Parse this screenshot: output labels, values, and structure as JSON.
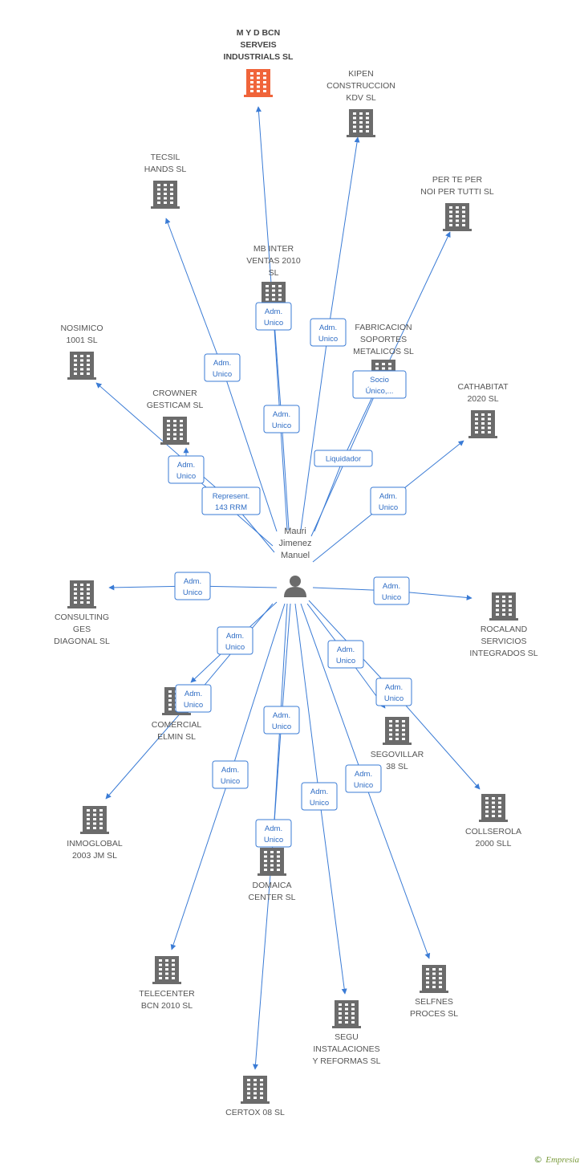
{
  "colors": {
    "edge": "#3a7bd5",
    "building": "#6b6b6b",
    "building_highlight": "#f0643a",
    "person": "#6b6b6b",
    "label": "#555555",
    "rel_text": "#2e6cc4"
  },
  "center": {
    "lines": [
      "Mauri",
      "Jimenez",
      "Manuel"
    ],
    "icon": "person-icon"
  },
  "companies": [
    {
      "id": "myd",
      "lines": [
        "M Y D BCN",
        "SERVEIS",
        "INDUSTRIALS SL"
      ],
      "highlight": true
    },
    {
      "id": "kipen",
      "lines": [
        "KIPEN",
        "CONSTRUCCION",
        "KDV SL"
      ]
    },
    {
      "id": "tecsil",
      "lines": [
        "TECSIL",
        "HANDS SL"
      ]
    },
    {
      "id": "perte",
      "lines": [
        "PER TE PER",
        "NOI PER TUTTI SL"
      ]
    },
    {
      "id": "mbinter",
      "lines": [
        "MB INTER",
        "VENTAS 2010",
        "SL"
      ]
    },
    {
      "id": "nosimico",
      "lines": [
        "NOSIMICO",
        "1001 SL"
      ]
    },
    {
      "id": "fabricacion",
      "lines": [
        "FABRICACION",
        "SOPORTES",
        "METALICOS SL"
      ]
    },
    {
      "id": "crowner",
      "lines": [
        "CROWNER",
        "GESTICAM SL"
      ]
    },
    {
      "id": "cathabitat",
      "lines": [
        "CATHABITAT",
        "2020 SL"
      ]
    },
    {
      "id": "consulting",
      "lines": [
        "CONSULTING",
        "GES",
        "DIAGONAL SL"
      ]
    },
    {
      "id": "rocaland",
      "lines": [
        "ROCALAND",
        "SERVICIOS",
        "INTEGRADOS SL"
      ]
    },
    {
      "id": "comercial",
      "lines": [
        "COMERCIAL",
        "ELMIN SL"
      ]
    },
    {
      "id": "segovillar",
      "lines": [
        "SEGOVILLAR",
        "38 SL"
      ]
    },
    {
      "id": "inmoglobal",
      "lines": [
        "INMOGLOBAL",
        "2003 JM SL"
      ]
    },
    {
      "id": "collserola",
      "lines": [
        "COLLSEROLA",
        "2000 SLL"
      ]
    },
    {
      "id": "domaica",
      "lines": [
        "DOMAICA",
        "CENTER SL"
      ]
    },
    {
      "id": "telecenter",
      "lines": [
        "TELECENTER",
        "BCN 2010 SL"
      ]
    },
    {
      "id": "selfnes",
      "lines": [
        "SELFNES",
        "PROCES SL"
      ]
    },
    {
      "id": "segu",
      "lines": [
        "SEGU",
        "INSTALACIONES",
        "Y REFORMAS SL"
      ]
    },
    {
      "id": "certox",
      "lines": [
        "CERTOX 08 SL"
      ]
    }
  ],
  "relations": [
    {
      "target": "myd",
      "lines": [
        "Adm.",
        "Unico"
      ]
    },
    {
      "target": "kipen",
      "lines": [
        "Adm.",
        "Unico"
      ]
    },
    {
      "target": "tecsil",
      "lines": [
        "Adm.",
        "Unico"
      ]
    },
    {
      "target": "perte",
      "lines": [
        "Liquidador"
      ]
    },
    {
      "target": "mbinter",
      "lines": [
        "Adm.",
        "Unico"
      ]
    },
    {
      "target": "nosimico",
      "lines": [
        "Represent.",
        "143 RRM"
      ]
    },
    {
      "target": "fabricacion",
      "lines": [
        "Socio",
        "Único,..."
      ]
    },
    {
      "target": "crowner",
      "lines": [
        "Adm.",
        "Unico"
      ]
    },
    {
      "target": "cathabitat",
      "lines": [
        "Adm.",
        "Unico"
      ]
    },
    {
      "target": "consulting",
      "lines": [
        "Adm.",
        "Unico"
      ]
    },
    {
      "target": "rocaland",
      "lines": [
        "Adm.",
        "Unico"
      ]
    },
    {
      "target": "comercial",
      "lines": [
        "Adm.",
        "Unico"
      ]
    },
    {
      "target": "segovillar",
      "lines": [
        "Adm.",
        "Unico"
      ]
    },
    {
      "target": "inmoglobal",
      "lines": [
        "Adm.",
        "Unico"
      ]
    },
    {
      "target": "collserola",
      "lines": [
        "Adm.",
        "Unico"
      ]
    },
    {
      "target": "domaica",
      "lines": [
        "Adm.",
        "Unico"
      ]
    },
    {
      "target": "telecenter",
      "lines": [
        "Adm.",
        "Unico"
      ]
    },
    {
      "target": "selfnes",
      "lines": [
        "Adm.",
        "Unico"
      ]
    },
    {
      "target": "segu",
      "lines": [
        "Adm.",
        "Unico"
      ]
    },
    {
      "target": "certox",
      "lines": [
        "Adm.",
        "Unico"
      ]
    }
  ],
  "footer": {
    "copyright": "©",
    "brand": "Empresia"
  }
}
